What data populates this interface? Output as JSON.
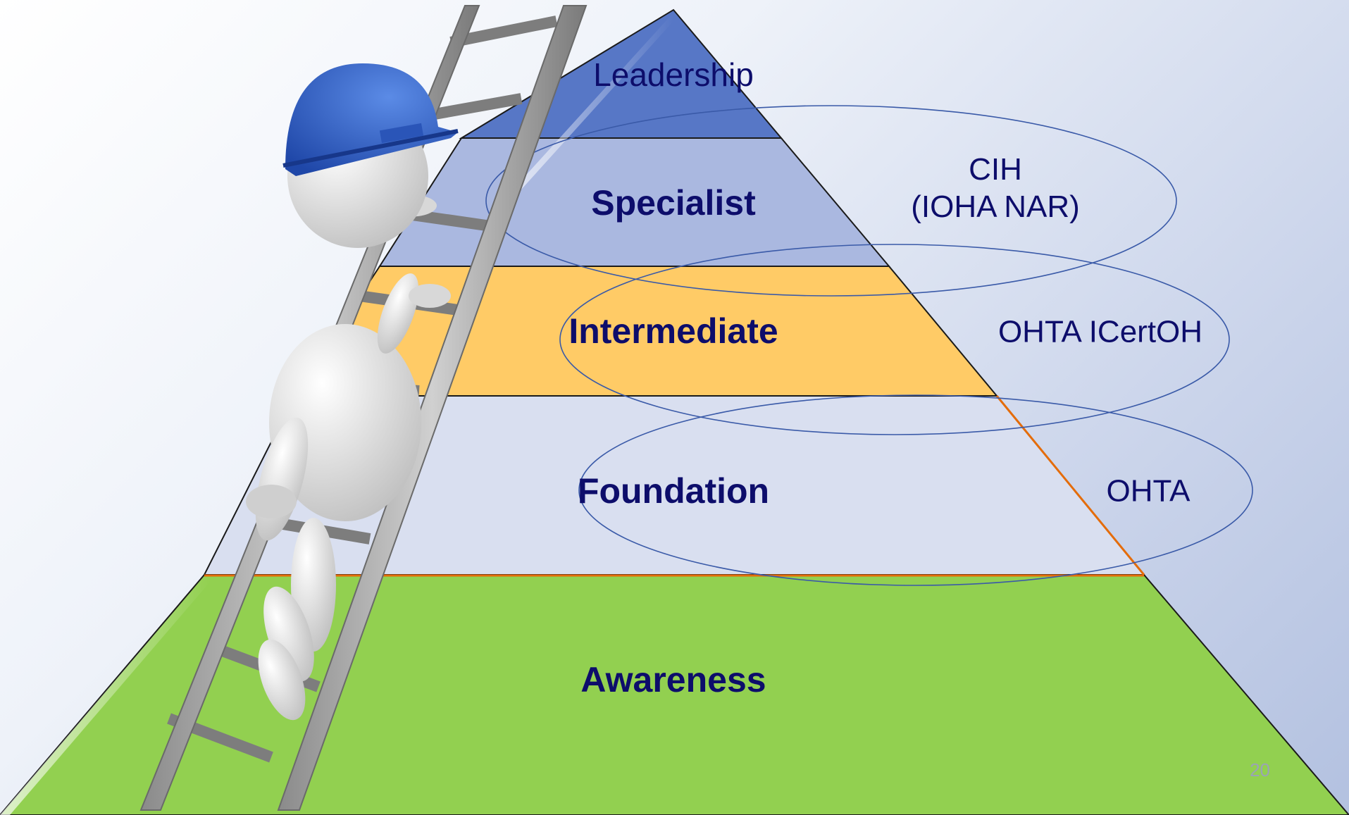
{
  "pyramid": {
    "tiers": [
      {
        "key": "leadership",
        "label": "Leadership",
        "bold": false,
        "color": "#5777c6"
      },
      {
        "key": "specialist",
        "label": "Specialist",
        "bold": true,
        "color": "#aab8e0"
      },
      {
        "key": "intermediate",
        "label": "Intermediate",
        "bold": true,
        "color": "#ffcb66"
      },
      {
        "key": "foundation",
        "label": "Foundation",
        "bold": true,
        "color": "#d9dff0"
      },
      {
        "key": "awareness",
        "label": "Awareness",
        "bold": true,
        "color": "#92d050"
      }
    ]
  },
  "qualifications": [
    {
      "key": "cih",
      "lines": [
        "CIH",
        "(IOHA NAR)"
      ]
    },
    {
      "key": "ohta-icertoh",
      "lines": [
        "OHTA ICertOH"
      ]
    },
    {
      "key": "ohta",
      "lines": [
        "OHTA"
      ]
    }
  ],
  "colors": {
    "text": "#0d0d6b",
    "ring": "#3a5aa8",
    "helmet": "#2f5fc4"
  },
  "slide_number": "20"
}
